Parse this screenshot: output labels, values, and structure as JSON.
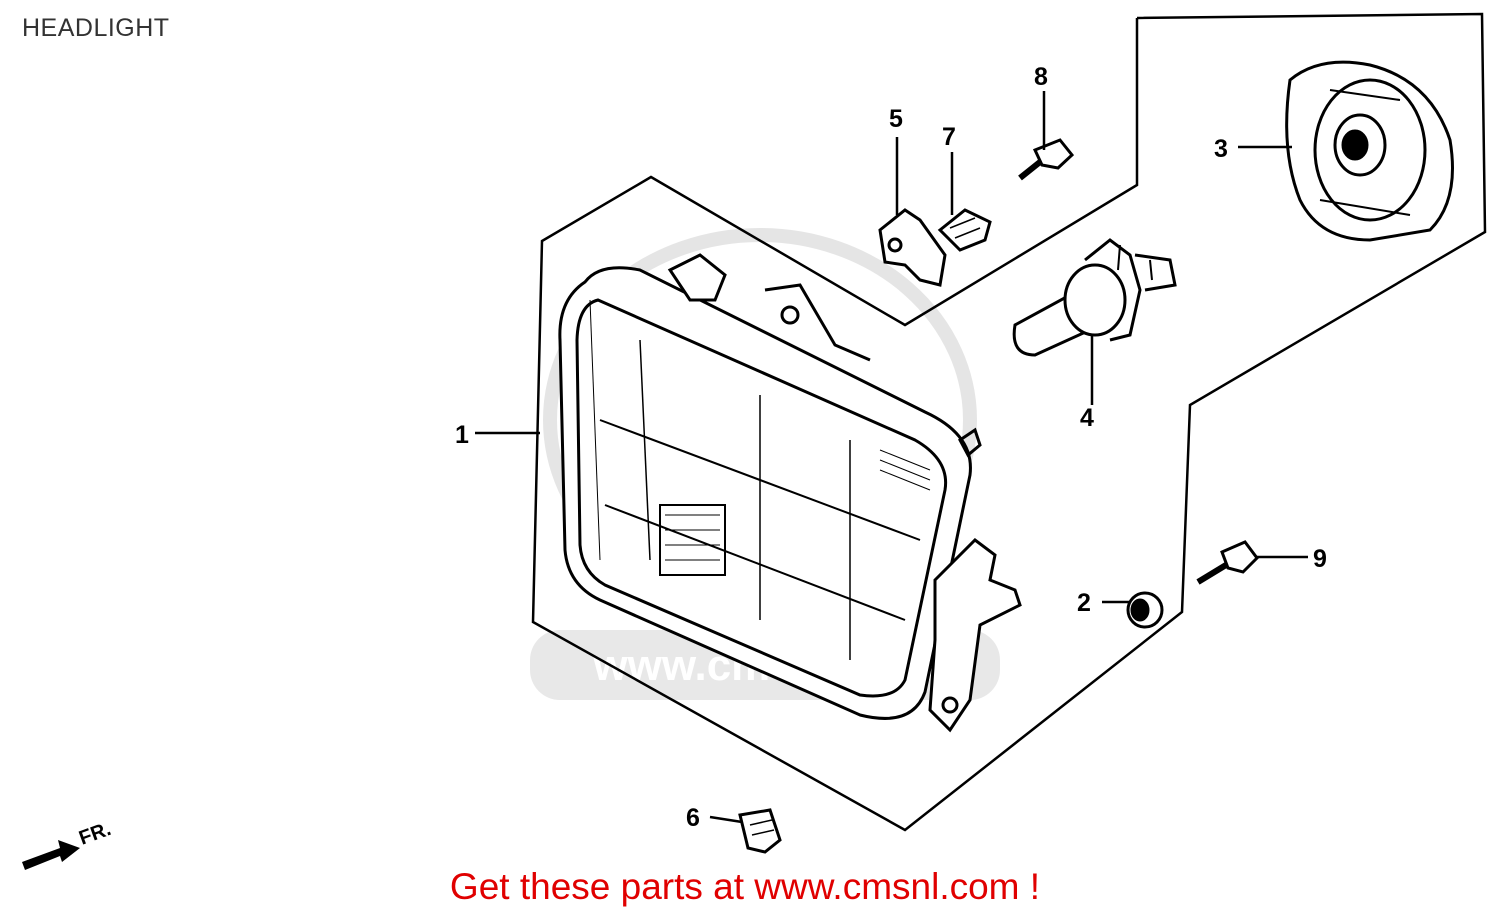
{
  "title": "HEADLIGHT",
  "footer": "Get these parts at www.cmsnl.com !",
  "watermark": "www.cmsnl.com",
  "callouts": {
    "p1": "1",
    "p2": "2",
    "p3": "3",
    "p4": "4",
    "p5": "5",
    "p6": "6",
    "p7": "7",
    "p8": "8",
    "p9": "9"
  },
  "direction_marker": "FR.",
  "colors": {
    "line": "#000000",
    "footer": "#e00000",
    "watermark": "#d9d9d9"
  }
}
